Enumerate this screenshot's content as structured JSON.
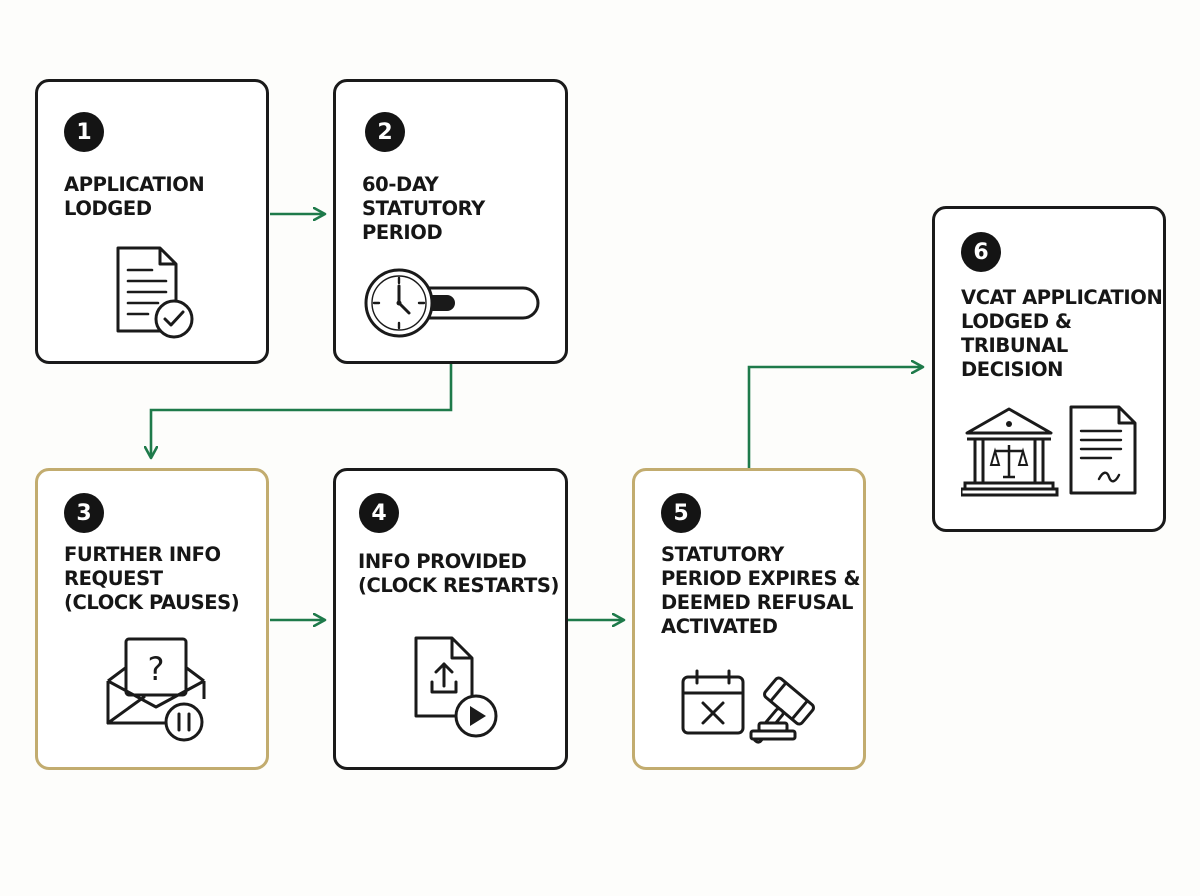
{
  "colors": {
    "connector": "#1e7a4a",
    "card_border": "#1a1a1a",
    "highlight_border": "#c2ac6f",
    "badge_fill": "#141414"
  },
  "steps": [
    {
      "number": "1",
      "title": "APPLICATION\nLODGED",
      "icon": "document-check-icon",
      "highlight": false
    },
    {
      "number": "2",
      "title": "60-DAY\nSTATUTORY\nPERIOD",
      "icon": "clock-progress-icon",
      "highlight": false
    },
    {
      "number": "3",
      "title": "FURTHER INFO\nREQUEST\n(CLOCK PAUSES)",
      "icon": "envelope-question-pause-icon",
      "highlight": true
    },
    {
      "number": "4",
      "title": "INFO PROVIDED\n(CLOCK RESTARTS)",
      "icon": "file-upload-play-icon",
      "highlight": false
    },
    {
      "number": "5",
      "title": "STATUTORY\nPERIOD EXPIRES &\nDEEMED REFUSAL\nACTIVATED",
      "icon": "calendar-gavel-icon",
      "highlight": true
    },
    {
      "number": "6",
      "title": "VCAT APPLICATION\nLODGED &\nTRIBUNAL\nDECISION",
      "icon": "courthouse-document-icon",
      "highlight": false
    }
  ],
  "progress": {
    "clock_period_fill": 0.38
  }
}
